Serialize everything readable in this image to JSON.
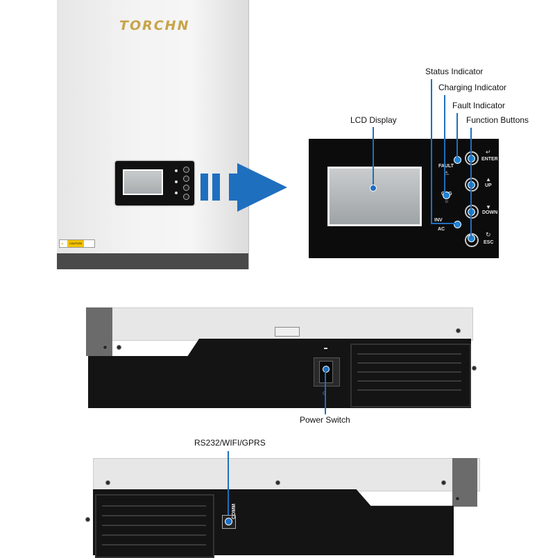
{
  "brand": "TORCHN",
  "caution_label": "CAUTION",
  "front_panel_labels": {
    "fault": "FAULT",
    "chg": "CHG",
    "inv": "INV",
    "ac": "AC",
    "enter": "ENTER",
    "up": "UP",
    "down": "DOWN",
    "esc": "ESC"
  },
  "callouts": {
    "status_indicator": "Status Indicator",
    "charging_indicator": "Charging Indicator",
    "fault_indicator": "Fault Indicator",
    "function_buttons": "Function Buttons",
    "lcd_display": "LCD Display",
    "power_switch": "Power Switch",
    "rs232": "RS232/WIFI/GPRS"
  },
  "comm_label": "COMM",
  "colors": {
    "accent_blue": "#1f6fbf",
    "brand_gold": "#c7a44a"
  }
}
